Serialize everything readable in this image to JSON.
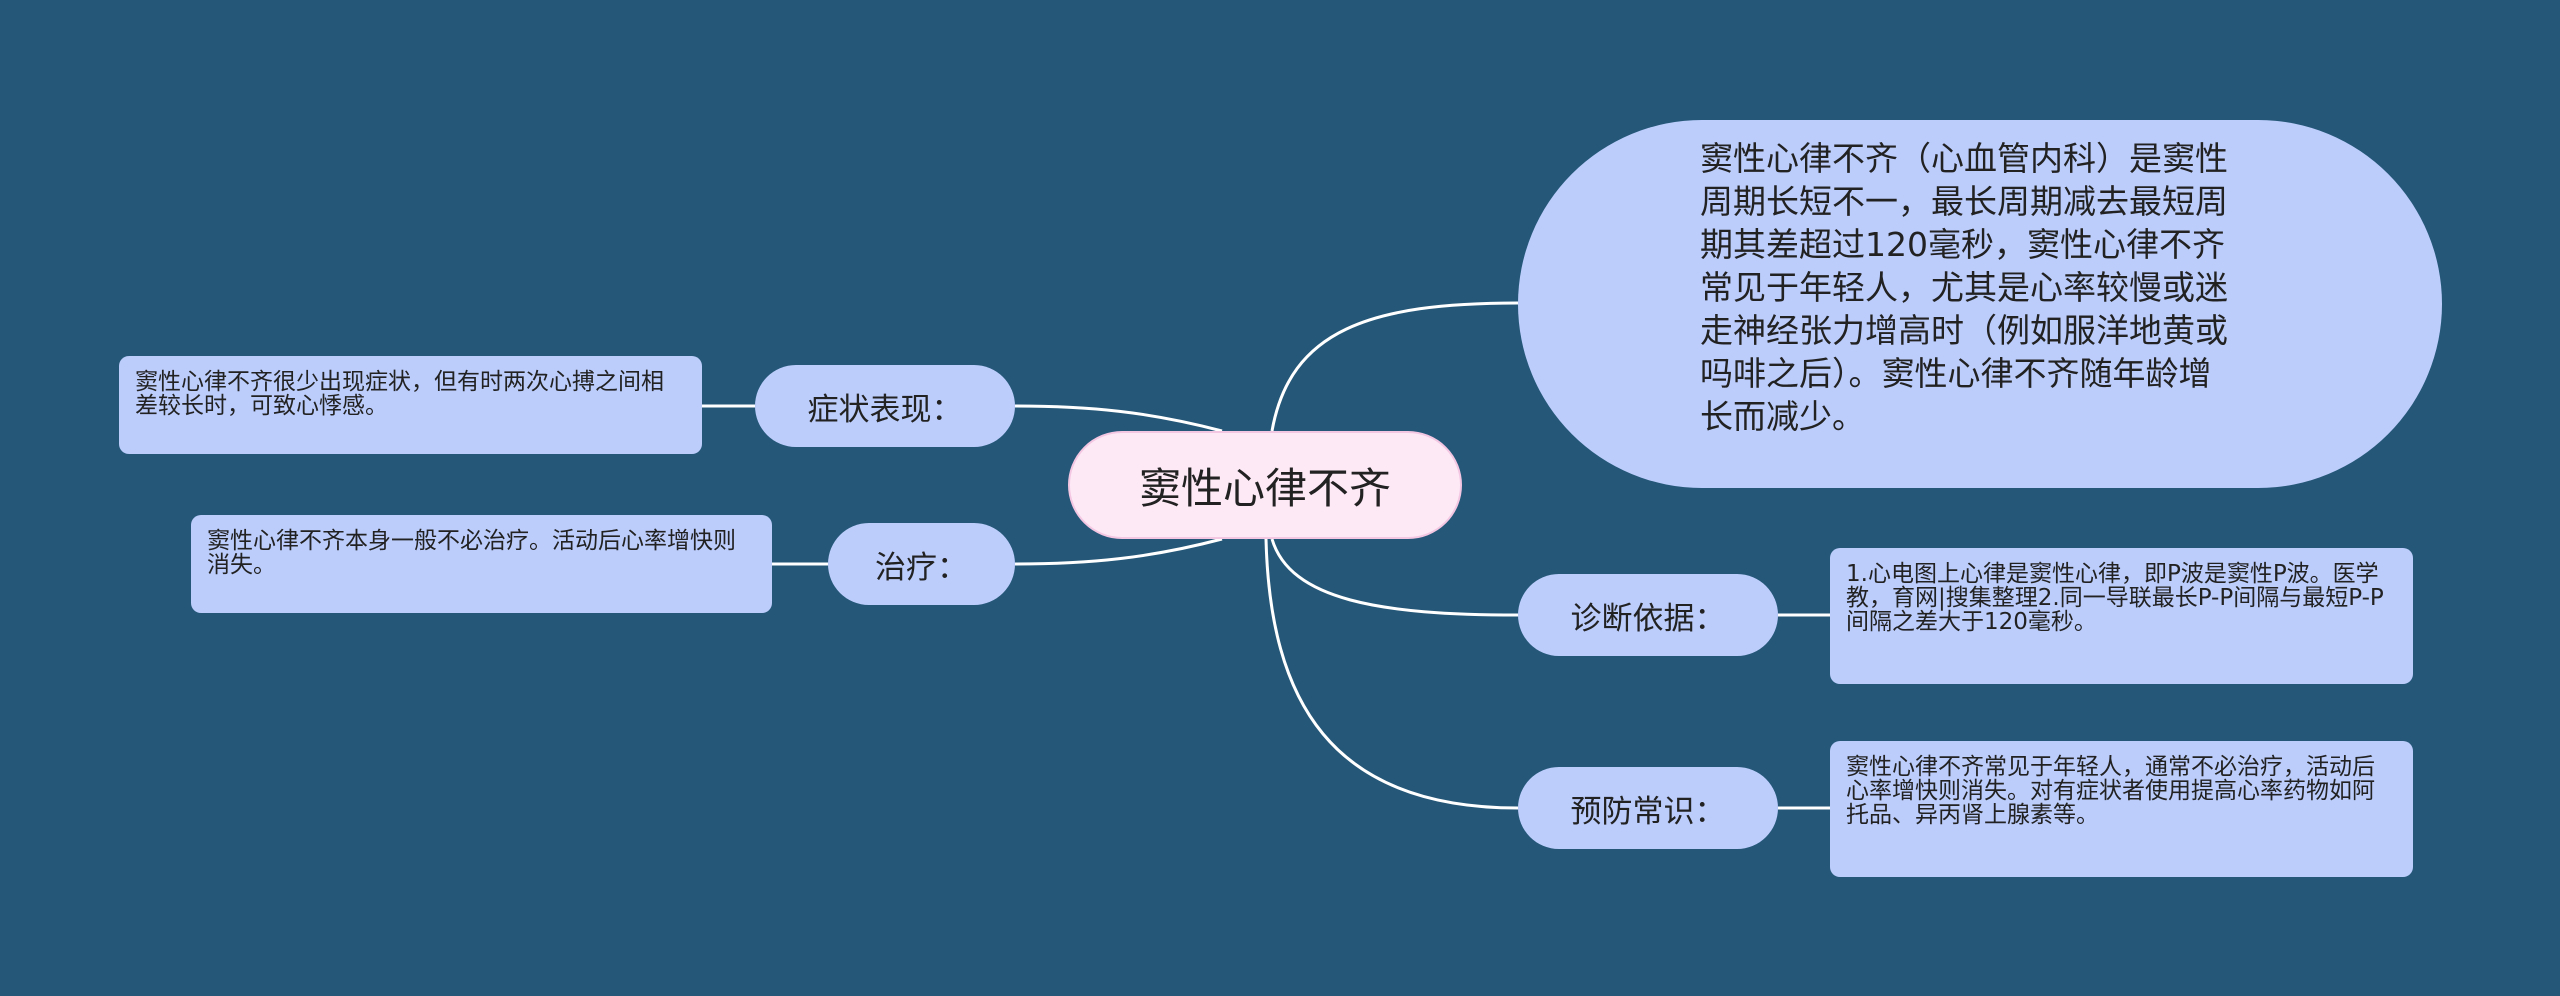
{
  "central_topic": "窦性心律不齐",
  "definition": "窦性心律不齐（心血管内科）是窦性周期长短不一，最长周期减去最短周期其差超过120毫秒，窦性心律不齐常见于年轻人，尤其是心率较慢或迷走神经张力增高时（例如服洋地黄或吗啡之后）。窦性心律不齐随年龄增长而减少。",
  "branches": {
    "symptoms": {
      "label": "症状表现：",
      "detail": "窦性心律不齐很少出现症状，但有时两次心搏之间相差较长时，可致心悸感。"
    },
    "treatment": {
      "label": "治疗：",
      "detail": "窦性心律不齐本身一般不必治疗。活动后心率增快则消失。"
    },
    "diagnosis": {
      "label": "诊断依据：",
      "detail": "1.心电图上心律是窦性心律，即P波是窦性P波。医学教，育网|搜集整理2.同一导联最长P-P间隔与最短P-P间隔之差大于120毫秒。"
    },
    "prevention": {
      "label": "预防常识：",
      "detail": "窦性心律不齐常见于年轻人，通常不必治疗，活动后心率增快则消失。对有症状者使用提高心率药物如阿托品、异丙肾上腺素等。"
    }
  },
  "colors": {
    "background": "#245778",
    "node_fill": "#bccdfc",
    "root_fill": "#fde9f6",
    "connector": "#ffffff"
  }
}
